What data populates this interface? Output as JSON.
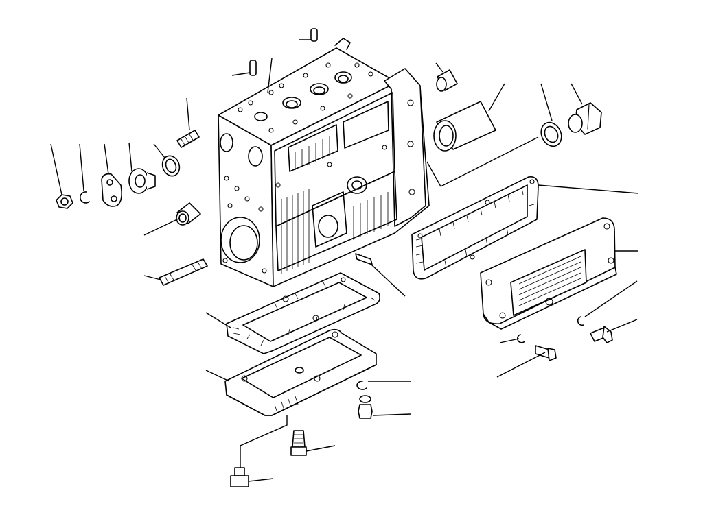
{
  "figure": {
    "labels": []
  },
  "parts": [
    {
      "name": "dowel-pin"
    },
    {
      "name": "hydraulic-lift-housing"
    },
    {
      "name": "roll-pin"
    },
    {
      "name": "stud"
    },
    {
      "name": "nut"
    },
    {
      "name": "lock-washer"
    },
    {
      "name": "clamp-plate"
    },
    {
      "name": "plug"
    },
    {
      "name": "sealing-ring"
    },
    {
      "name": "bushing"
    },
    {
      "name": "long-stud"
    },
    {
      "name": "sleeve"
    },
    {
      "name": "large-bushing"
    },
    {
      "name": "drain-plug"
    },
    {
      "name": "drain-plug-washer"
    },
    {
      "name": "side-gasket"
    },
    {
      "name": "side-cover"
    },
    {
      "name": "bottom-gasket"
    },
    {
      "name": "bottom-cover"
    },
    {
      "name": "cover-bolt"
    },
    {
      "name": "cover-washer"
    }
  ]
}
